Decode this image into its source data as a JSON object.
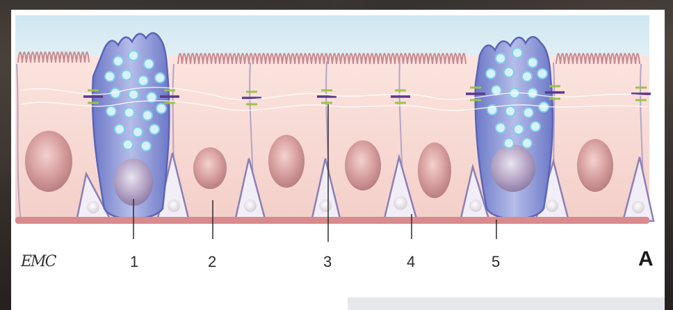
{
  "figure": {
    "labels": [
      "1",
      "2",
      "3",
      "4",
      "5"
    ],
    "panel_letter": "A",
    "signature": "EMC"
  },
  "colors": {
    "background": "#2c2622",
    "panel": "#ffffff",
    "cell_fill": "#f8d9d4",
    "cell_outline": "#b6a3c8",
    "goblet_fill": "#9ea8dd",
    "granule": "#bfe8f8",
    "basement": "#d88a8c",
    "junction_purple": "#5a3a8c",
    "junction_green": "#9cc24a",
    "cilia": "#c98a92"
  }
}
